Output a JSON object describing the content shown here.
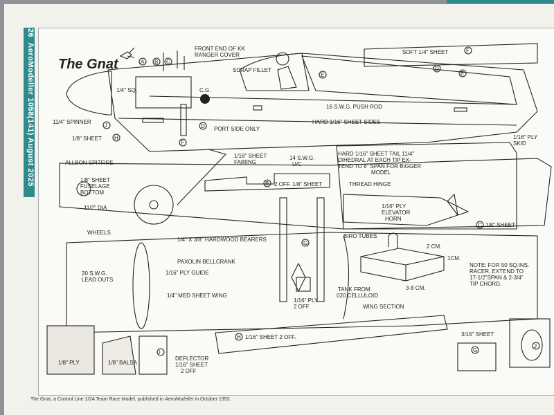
{
  "magazine": {
    "page_number": "26",
    "spine": "AeroModeller 1058(141) August 2025"
  },
  "plan": {
    "title": "The Gnat",
    "labels": {
      "front_end": "FRONT END OF KK",
      "ranger_cover": "RANGER COVER",
      "scrap_fillet": "SCRAP FILLET",
      "soft_sheet": "SOFT 1/4\" SHEET",
      "sq": "1/4\" SQ.",
      "cg": "C.G.",
      "push_rod": "16 S.W.G. PUSH ROD",
      "hard_sides": "HARD 1/16\" SHEET SIDES",
      "spinner": "11/4\" SPINNER",
      "port_side": "PORT SIDE ONLY",
      "ply_skid_1": "1/16\" PLY",
      "ply_skid_2": "SKID",
      "sheet_18": "1/8\" SHEET",
      "allbon": "ALLBON SPITFIRE",
      "fairing_1": "1/16\" SHEET",
      "fairing_2": "FAIRING",
      "swg_uc_1": "14 S.W.G.",
      "swg_uc_2": "U/C",
      "two_off": "2 OFF. 1/8\" SHEET",
      "tail_1": "HARD 1/16\" SHEET TAIL 11/4\"",
      "tail_2": "DIHEDRAL AT EACH TIP EX-",
      "tail_3": "TEND TO 8\" SPAN FOR BIGGER",
      "tail_4": "MODEL",
      "fuselage_1": "1/8\" SHEET",
      "fuselage_2": "FUSELAGE",
      "fuselage_3": "BOTTOM",
      "thread_hinge": "THREAD HINGE",
      "elevator_1": "1/16\" PLY",
      "elevator_2": "ELEVATOR",
      "elevator_3": "HORN",
      "c_sheet": "1/8\" SHEET",
      "wheels_1": "11/2\" DIA",
      "wheels_2": "WHEELS",
      "bearers": "1/4\" X 3/8\" HARDWOOD BEARERS",
      "biro": "BIRO TUBES",
      "two_cm": "2 CM.",
      "one_cm": "1CM.",
      "bellcrank": "PAXOLIN BELLCRANK",
      "lead_1": "20 S.W.G.",
      "lead_2": "LEAD OUTS",
      "ply_guide": "1/16\" PLY GUIDE",
      "note_1": "NOTE: FOR 50 SQ.INS.",
      "note_2": "RACER, EXTEND TO",
      "note_3": "17-1/2\"SPAN & 2-3/4\"",
      "note_4": "TIP CHORD.",
      "med_wing": "1/4\" MED SHEET WING",
      "tank_1": "TANK FROM",
      "tank_2": "020 CELLULOID",
      "three_eight": "3·8 CM.",
      "h_ply_1": "1/16\" PLY",
      "h_ply_2": "2 OFF",
      "wing_section": "WING SECTION",
      "g_sheet": "1/16\" SHEET 2 OFF.",
      "three16": "3/16\" SHEET",
      "ply18": "1/8\" PLY",
      "balsa18": "1/8\" BALSA",
      "deflector_1": "DEFLECTOR",
      "deflector_2": "1/16\" SHEET",
      "deflector_3": "2 OFF"
    },
    "parts": [
      "A",
      "B",
      "C",
      "D",
      "E",
      "F",
      "G",
      "H",
      "I",
      "J",
      "B",
      "C",
      "D",
      "E",
      "G",
      "H",
      "I",
      "J",
      "F"
    ]
  },
  "caption": {
    "lead": "The Gnat, a Control Line 1/2A Team Race Model, published in",
    "mag": "AeroModeller",
    "tail": "in October 1953."
  }
}
